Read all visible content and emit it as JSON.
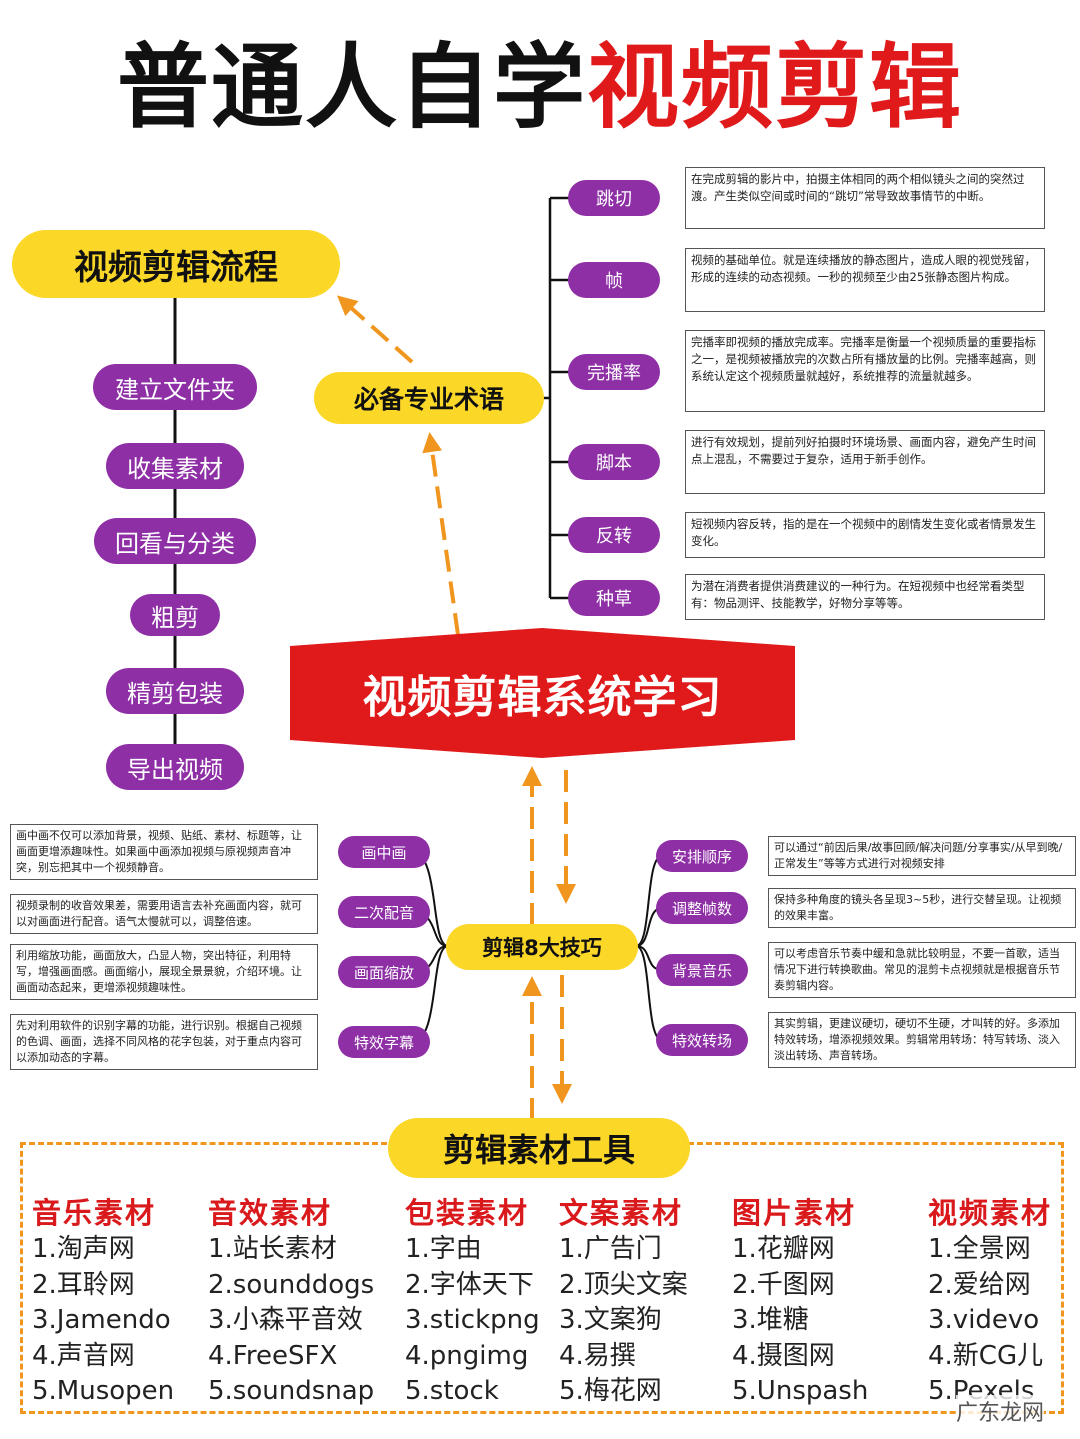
{
  "title": {
    "part1": "普通人自学",
    "part2": "视频剪辑"
  },
  "center": "视频剪辑系统学习",
  "workflow": {
    "title": "视频剪辑流程",
    "steps": [
      "建立文件夹",
      "收集素材",
      "回看与分类",
      "粗剪",
      "精剪包装",
      "导出视频"
    ]
  },
  "terms": {
    "title": "必备专业术语",
    "items": [
      {
        "label": "跳切",
        "desc": "在完成剪辑的影片中，拍摄主体相同的两个相似镜头之间的突然过渡。产生类似空间或时间的“跳切”常导致故事情节的中断。"
      },
      {
        "label": "帧",
        "desc": "视频的基础单位。就是连续播放的静态图片，造成人眼的视觉残留，形成的连续的动态视频。一秒的视频至少由25张静态图片构成。"
      },
      {
        "label": "完播率",
        "desc": "完播率即视频的播放完成率。完播率是衡量一个视频质量的重要指标之一，是视频被播放完的次数占所有播放量的比例。完播率越高，则系统认定这个视频质量就越好，系统推荐的流量就越多。"
      },
      {
        "label": "脚本",
        "desc": "进行有效规划，提前列好拍摄时环境场景、画面内容，避免产生时间点上混乱，不需要过于复杂，适用于新手创作。"
      },
      {
        "label": "反转",
        "desc": "短视频内容反转，指的是在一个视频中的剧情发生变化或者情景发生变化。"
      },
      {
        "label": "种草",
        "desc": "为潜在消费者提供消费建议的一种行为。在短视频中也经常看类型有：物品测评、技能教学，好物分享等等。"
      }
    ]
  },
  "skills": {
    "title": "剪辑8大技巧",
    "left": [
      {
        "label": "画中画",
        "desc": "画中画不仅可以添加背景，视频、贴纸、素材、标题等，让画面更增添趣味性。如果画中画添加视频与原视频声音冲突，别忘把其中一个视频静音。"
      },
      {
        "label": "二次配音",
        "desc": "视频录制的收音效果差，需要用语言去补充画面内容，就可以对画面进行配音。语气太慢就可以，调整倍速。"
      },
      {
        "label": "画面缩放",
        "desc": "利用缩放功能，画面放大，凸显人物，突出特征，利用特写，增强画面感。画面缩小，展现全景景貌，介绍环境。让画面动态起来，更增添视频趣味性。"
      },
      {
        "label": "特效字幕",
        "desc": "先对利用软件的识别字幕的功能，进行识别。根据自己视频的色调、画面，选择不同风格的花字包装，对于重点内容可以添加动态的字幕。"
      }
    ],
    "right": [
      {
        "label": "安排顺序",
        "desc": "可以通过“前因后果/故事回顾/解决问题/分享事实/从早到晚/正常发生”等等方式进行对视频安排"
      },
      {
        "label": "调整帧数",
        "desc": "保持多种角度的镜头各呈现3~5秒，进行交替呈现。让视频的效果丰富。"
      },
      {
        "label": "背景音乐",
        "desc": "可以考虑音乐节奏中缓和急就比较明显，不要一首歌，适当情况下进行转换歌曲。常见的混剪卡点视频就是根据音乐节奏剪辑内容。"
      },
      {
        "label": "特效转场",
        "desc": "其实剪辑，更建议硬切，硬切不生硬，才叫转的好。多添加特效转场，增添视频效果。剪辑常用转场：特写转场、淡入淡出转场、声音转场。"
      }
    ]
  },
  "tools": {
    "title": "剪辑素材工具",
    "columns": [
      {
        "head": "音乐素材",
        "items": [
          "1.淘声网",
          "2.耳聆网",
          "3.Jamendo",
          "4.声音网",
          "5.Musopen"
        ]
      },
      {
        "head": "音效素材",
        "items": [
          "1.站长素材",
          "2.sounddogs",
          "3.小森平音效",
          "4.FreeSFX",
          "5.soundsnap"
        ]
      },
      {
        "head": "包装素材",
        "items": [
          "1.字由",
          "2.字体天下",
          "3.stickpng",
          "4.pngimg",
          "5.stock"
        ]
      },
      {
        "head": "文案素材",
        "items": [
          "1.广告门",
          "2.顶尖文案",
          "3.文案狗",
          "4.易撰",
          "5.梅花网"
        ]
      },
      {
        "head": "图片素材",
        "items": [
          "1.花瓣网",
          "2.千图网",
          "3.堆糖",
          "4.摄图网",
          "5.Unspash"
        ]
      },
      {
        "head": "视频素材",
        "items": [
          "1.全景网",
          "2.爱给网",
          "3.videvo",
          "4.新CG儿",
          "5.Pexels"
        ]
      }
    ]
  },
  "watermark": "广东龙网",
  "colors": {
    "red": "#e0191b",
    "yellow": "#fbd728",
    "purple": "#8e2fa6",
    "orange": "#f0961e"
  }
}
